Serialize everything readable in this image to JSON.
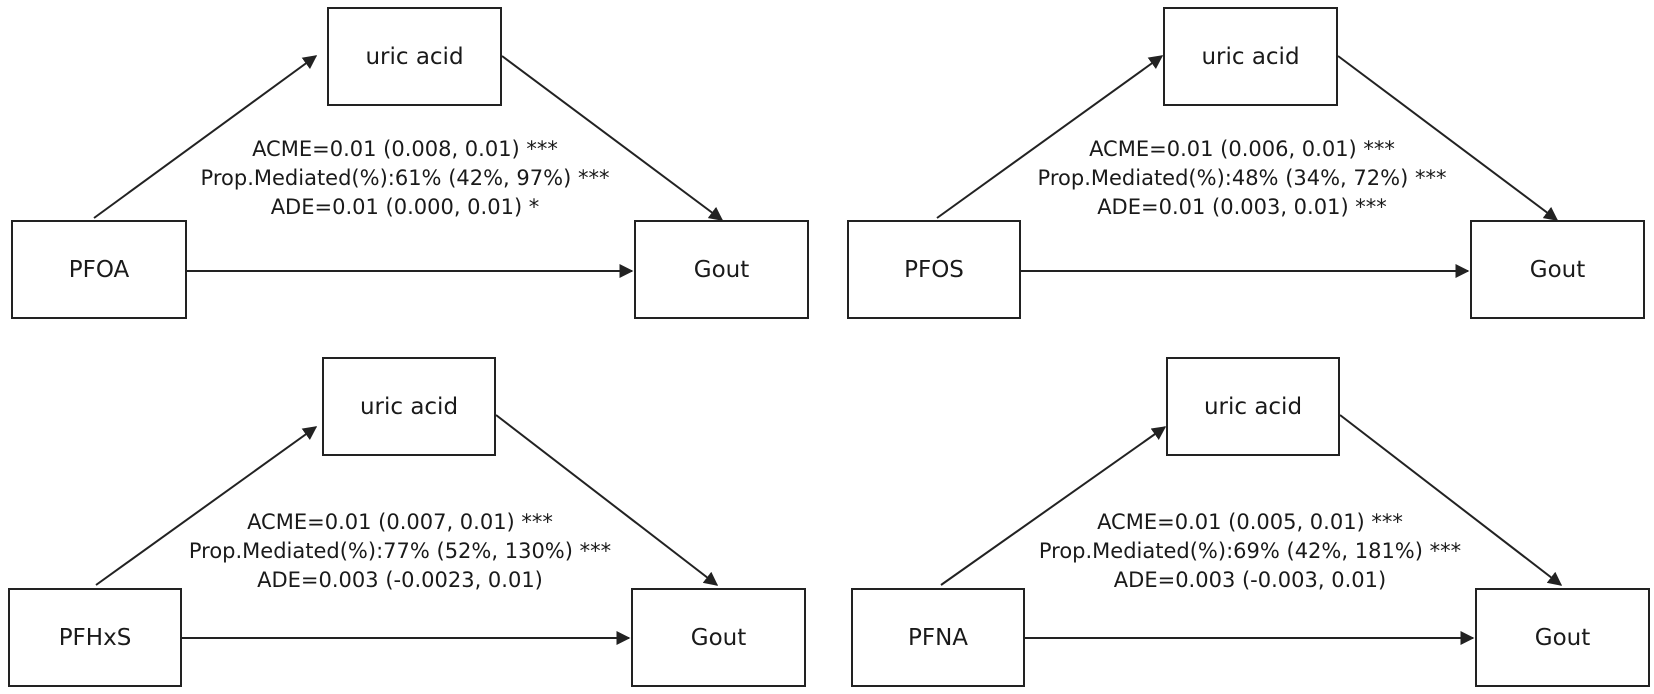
{
  "panels": [
    {
      "exposure": "PFOA",
      "mediator": "uric acid",
      "outcome": "Gout",
      "acme": "ACME=0.01 (0.008, 0.01) ***",
      "prop": "Prop.Mediated(%):61% (42%, 97%) ***",
      "ade": "ADE=0.01 (0.000, 0.01) *"
    },
    {
      "exposure": "PFOS",
      "mediator": "uric acid",
      "outcome": "Gout",
      "acme": "ACME=0.01 (0.006, 0.01) ***",
      "prop": "Prop.Mediated(%):48% (34%, 72%) ***",
      "ade": "ADE=0.01 (0.003, 0.01) ***"
    },
    {
      "exposure": "PFHxS",
      "mediator": "uric acid",
      "outcome": "Gout",
      "acme": "ACME=0.01 (0.007, 0.01) ***",
      "prop": "Prop.Mediated(%):77% (52%, 130%) ***",
      "ade": "ADE=0.003 (-0.0023, 0.01)"
    },
    {
      "exposure": "PFNA",
      "mediator": "uric acid",
      "outcome": "Gout",
      "acme": "ACME=0.01 (0.005, 0.01) ***",
      "prop": "Prop.Mediated(%):69% (42%, 181%) ***",
      "ade": "ADE=0.003 (-0.003, 0.01)"
    }
  ]
}
